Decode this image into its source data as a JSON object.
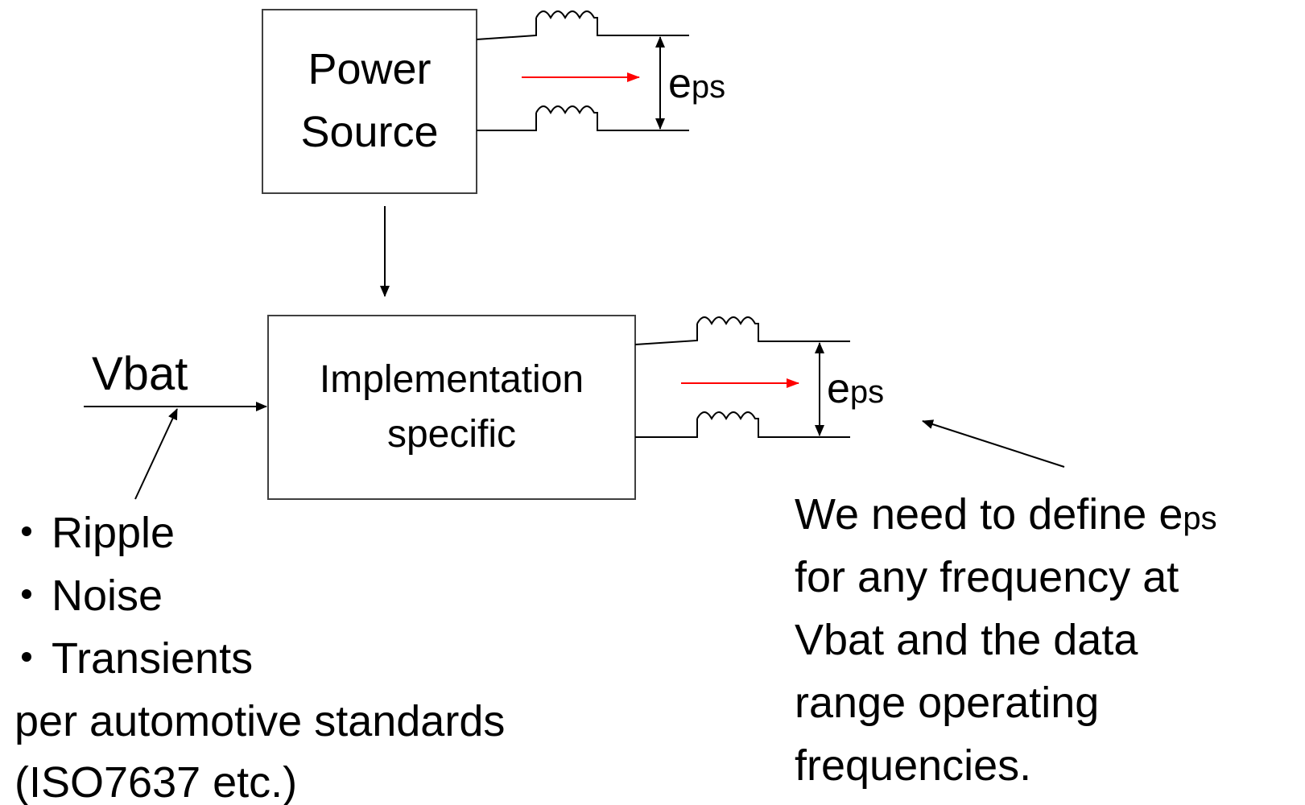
{
  "colors": {
    "line": "#000000",
    "box_stroke": "#404040",
    "current_arrow": "#ff0000",
    "text": "#000000"
  },
  "power_source": {
    "line1": "Power",
    "line2": "Source"
  },
  "implementation": {
    "line1": "Implementation",
    "line2": "specific"
  },
  "eps_symbol": {
    "main": "e",
    "sub": "ps"
  },
  "vbat_label": "Vbat",
  "bullets": {
    "items": [
      "Ripple",
      "Noise",
      "Transients"
    ],
    "line4": "per automotive standards",
    "line5": "(ISO7637 etc.)"
  },
  "note": {
    "line1_text": "We need to define ",
    "line1_symbol": "e",
    "line1_sub": "ps",
    "line2": "for any frequency at",
    "line3": "Vbat and the data",
    "line4": "range operating",
    "line5": "frequencies."
  }
}
